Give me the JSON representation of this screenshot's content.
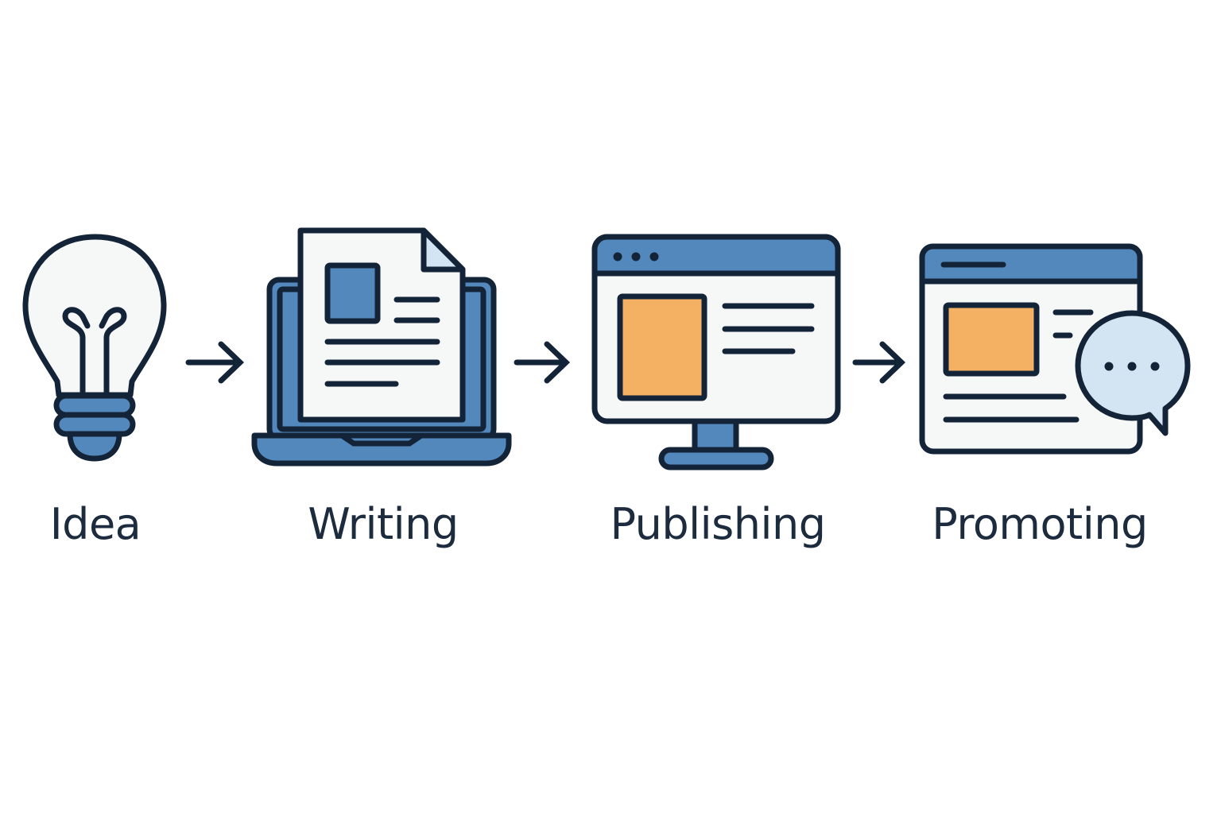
{
  "steps": [
    {
      "label": "Idea",
      "icon": "lightbulb-icon"
    },
    {
      "label": "Writing",
      "icon": "laptop-document-icon"
    },
    {
      "label": "Publishing",
      "icon": "monitor-webpage-icon"
    },
    {
      "label": "Promoting",
      "icon": "browser-chat-icon"
    }
  ],
  "connectors": [
    "arrow-right-icon",
    "arrow-right-icon",
    "arrow-right-icon"
  ],
  "colors": {
    "outline": "#142438",
    "blue": "#5288bb",
    "orange": "#f4b063",
    "paper": "#f6f7f7",
    "bubble": "#d3e5f2",
    "background": "#ffffff"
  }
}
